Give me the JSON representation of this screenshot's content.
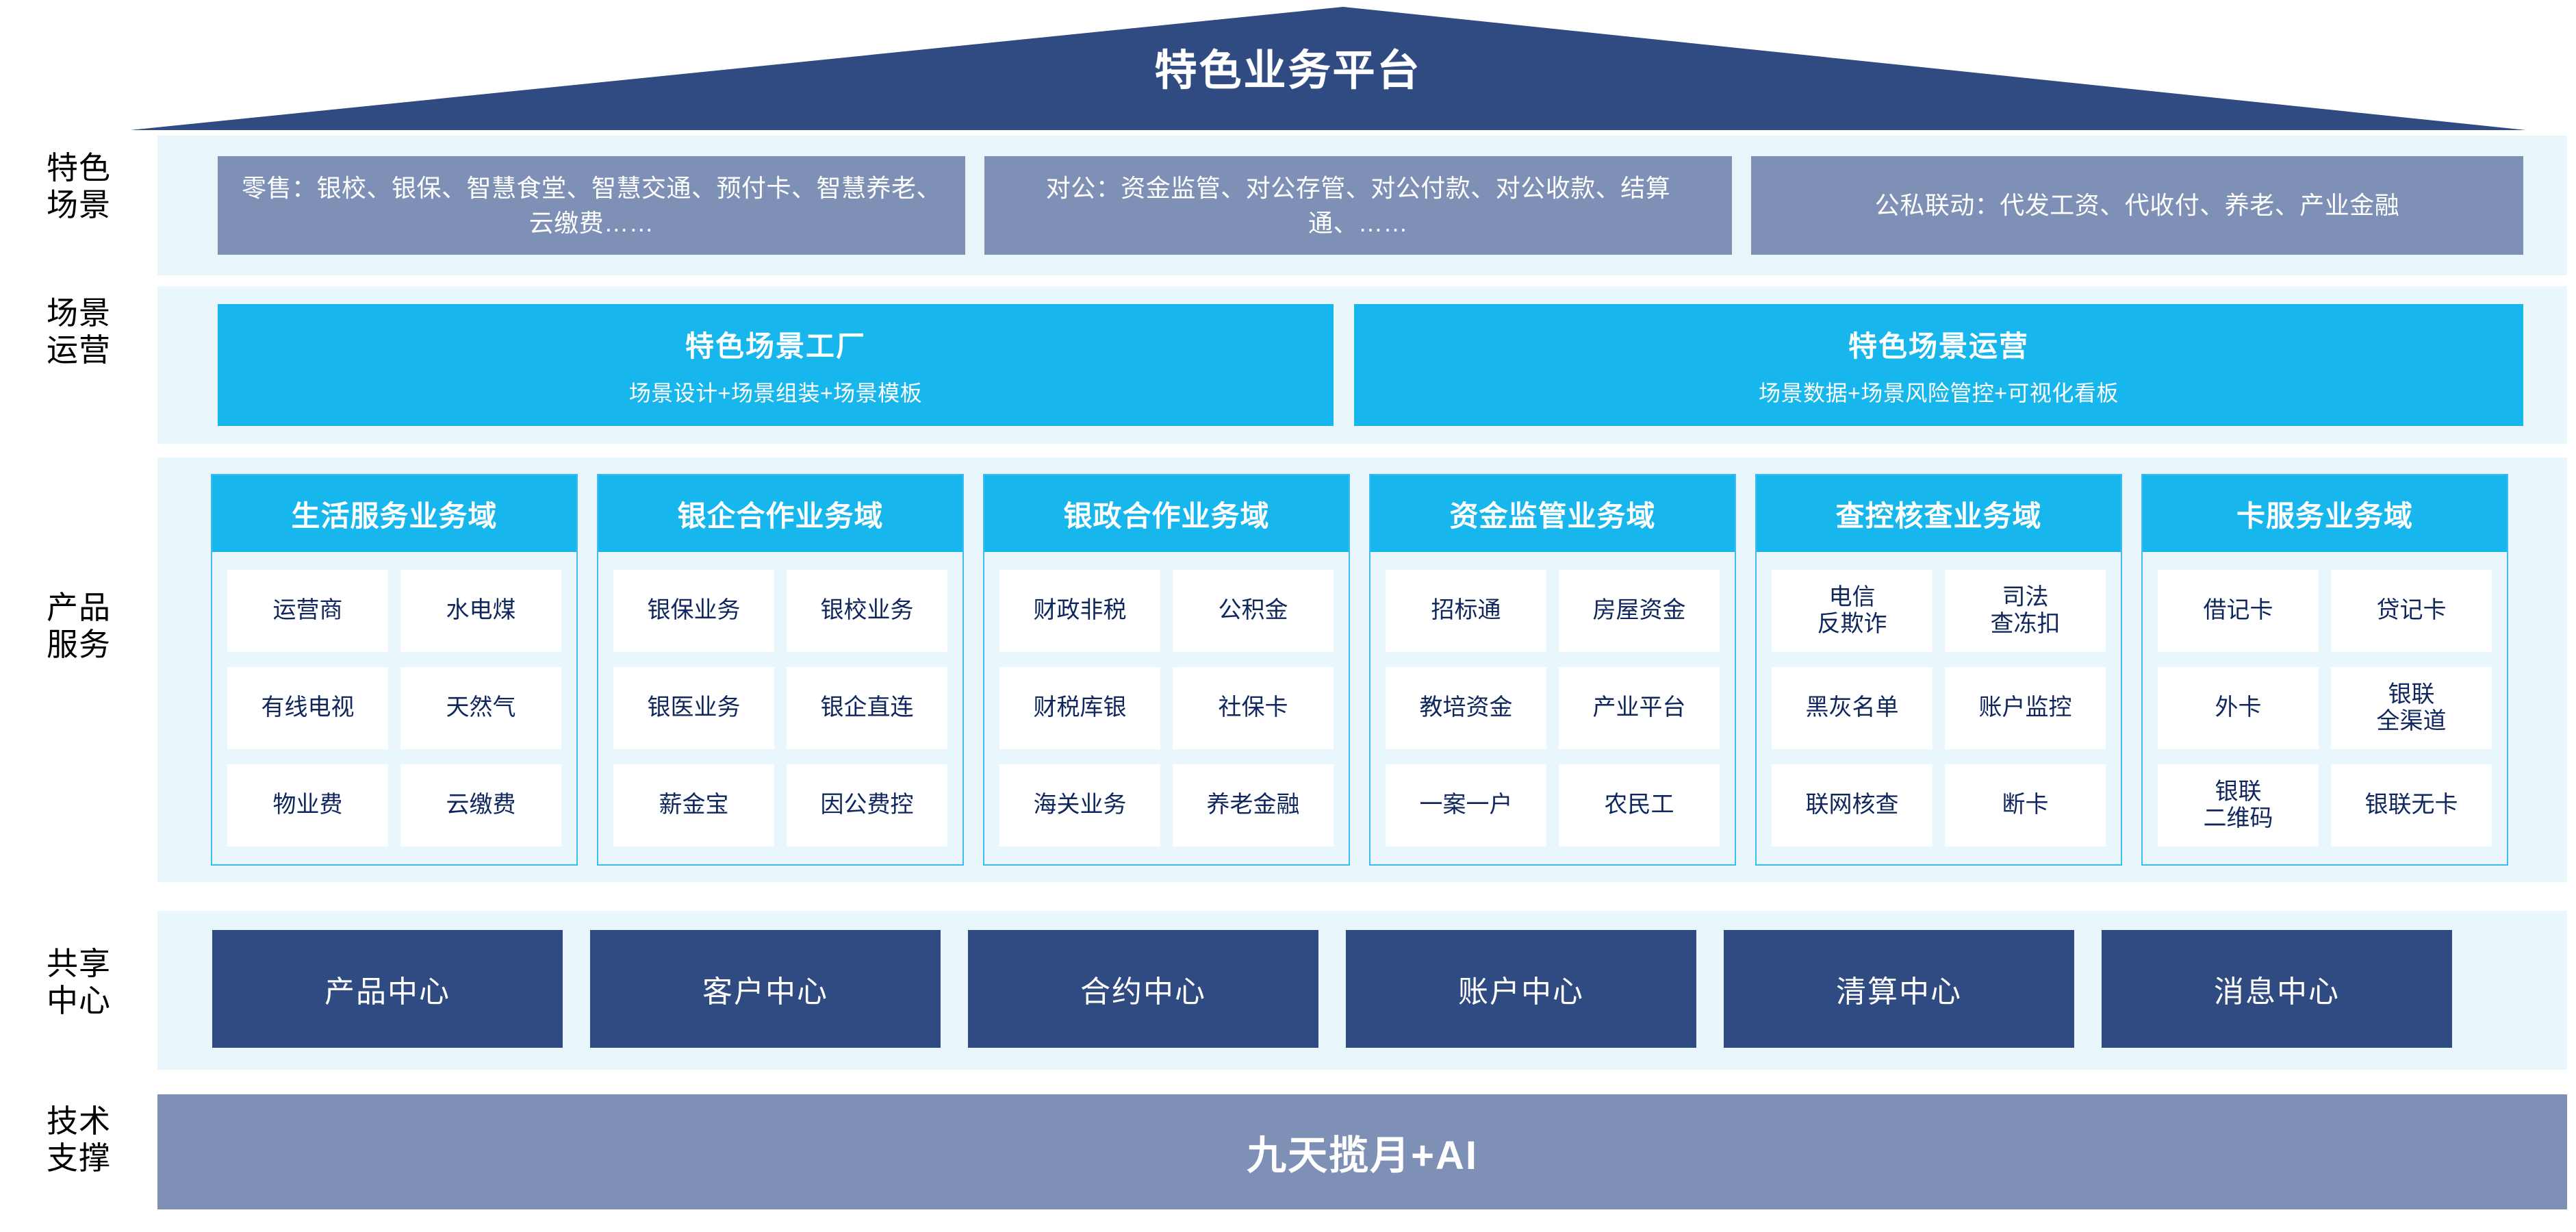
{
  "colors": {
    "roof_navy": "#2F4B82",
    "cyan": "#17B6EC",
    "cyan_border": "#3FBCEE",
    "panel_light": "#E9F7FD",
    "slate": "#7E90B5",
    "deep_navy": "#2F4B82",
    "cell_text": "#10275E"
  },
  "roof": {
    "title": "特色业务平台"
  },
  "rails": {
    "scenarios": "特色\n场景",
    "operations": "场景\n运营",
    "products": "产品\n服务",
    "shared_center": "共享\n中心",
    "tech_support": "技术\n支撑"
  },
  "scenarios": {
    "boxes": [
      {
        "text": "零售：银校、银保、智慧食堂、智慧交通、预付卡、智慧养老、云缴费……"
      },
      {
        "text": "对公：资金监管、对公存管、对公付款、对公收款、结算通、……"
      },
      {
        "text": "公私联动：代发工资、代收付、养老、产业金融"
      }
    ]
  },
  "operations": {
    "boxes": [
      {
        "title": "特色场景工厂",
        "subtitle": "场景设计+场景组装+场景模板"
      },
      {
        "title": "特色场景运营",
        "subtitle": "场景数据+场景风险管控+可视化看板"
      }
    ]
  },
  "products": {
    "domains": [
      {
        "title": "生活服务业务域",
        "cells": [
          "运营商",
          "水电煤",
          "有线电视",
          "天然气",
          "物业费",
          "云缴费"
        ]
      },
      {
        "title": "银企合作业务域",
        "cells": [
          "银保业务",
          "银校业务",
          "银医业务",
          "银企直连",
          "薪金宝",
          "因公费控"
        ]
      },
      {
        "title": "银政合作业务域",
        "cells": [
          "财政非税",
          "公积金",
          "财税库银",
          "社保卡",
          "海关业务",
          "养老金融"
        ]
      },
      {
        "title": "资金监管业务域",
        "cells": [
          "招标通",
          "房屋资金",
          "教培资金",
          "产业平台",
          "一案一户",
          "农民工"
        ]
      },
      {
        "title": "查控核查业务域",
        "cells": [
          "电信\n反欺诈",
          "司法\n查冻扣",
          "黑灰名单",
          "账户监控",
          "联网核查",
          "断卡"
        ]
      },
      {
        "title": "卡服务业务域",
        "cells": [
          "借记卡",
          "贷记卡",
          "外卡",
          "银联\n全渠道",
          "银联\n二维码",
          "银联无卡"
        ]
      }
    ]
  },
  "shared_center": {
    "boxes": [
      "产品中心",
      "客户中心",
      "合约中心",
      "账户中心",
      "清算中心",
      "消息中心"
    ]
  },
  "foundation": {
    "label": "九天揽月+AI"
  }
}
